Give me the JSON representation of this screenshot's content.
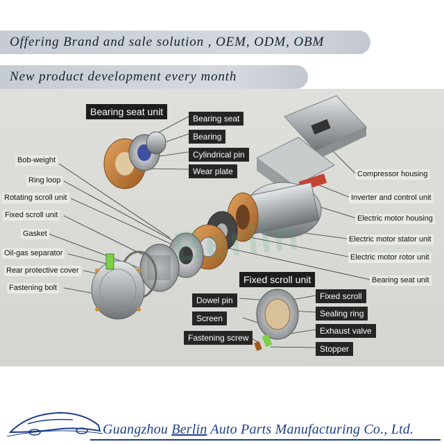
{
  "banners": {
    "line1": "Offering Brand and sale solution , OEM, ODM, OBM",
    "line2": "New product development every month"
  },
  "section_titles": {
    "bearing_seat_unit": "Bearing seat unit",
    "fixed_scroll_unit": "Fixed scroll unit"
  },
  "bearing_seat_parts": [
    "Bearing seat",
    "Bearing",
    "Cylindrical pin",
    "Wear plate"
  ],
  "left_labels": [
    "Bob-weight",
    "Ring loop",
    "Rotating scroll unit",
    "Fixed scroll unit",
    "Gasket",
    "Oil-gas separator",
    "Rear protective cover",
    "Fastening bolt"
  ],
  "right_labels": [
    "Compressor housing",
    "Inverter and control unit",
    "Electric motor housing",
    "Electric motor stator unit",
    "Electric motor rotor unit",
    "Bearing seat unit"
  ],
  "fixed_scroll_left": [
    "Dowel pin",
    "Screen",
    "Fastening screw"
  ],
  "fixed_scroll_right": [
    "Fixed scroll",
    "Sealing ring",
    "Exhaust valve",
    "Stopper"
  ],
  "watermark": "Berlin",
  "footer": {
    "company_prefix": "Guangzhou ",
    "brand": "Berlin",
    "company_suffix": " Auto Parts Manufacturing Co., Ltd."
  },
  "colors": {
    "banner_text": "#15212e",
    "company_text": "#1d3e8c",
    "tag_bg": "#252525",
    "copper": "#c8813a",
    "housing_silver": "#b9bcbd",
    "seal_green": "#7fcf4a"
  }
}
